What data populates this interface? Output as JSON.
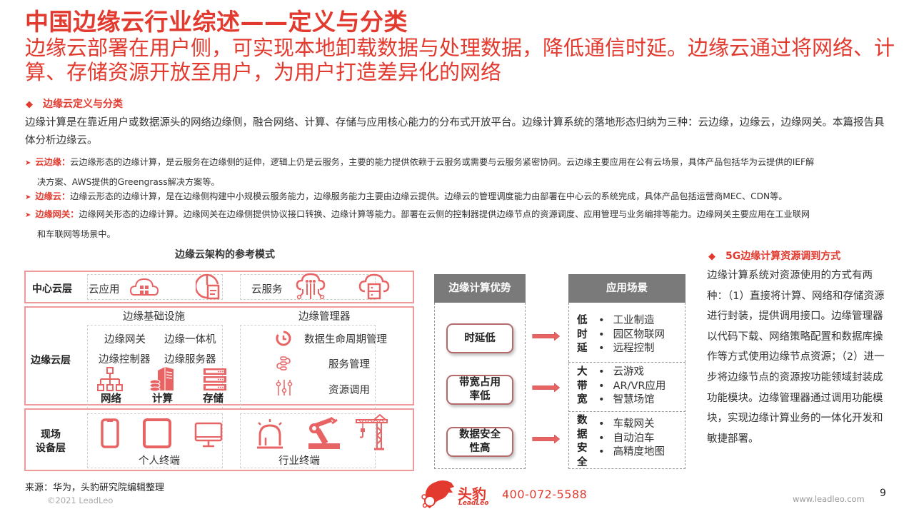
{
  "header": {
    "title": "中国边缘云行业综述——定义与分类",
    "subtitle": "边缘云部署在用户侧，可实现本地卸载数据与处理数据，降低通信时延。边缘云通过将网络、计算、存储资源开放至用户，为用户打造差异化的网络"
  },
  "definition": {
    "heading": "边缘云定义与分类",
    "intro": "边缘计算是在靠近用户或数据源头的网络边缘侧，融合网络、计算、存储与应用核心能力的分布式开放平台。边缘计算系统的落地形态归纳为三种：云边缘，边缘云，边缘网关。本篇报告具体分析边缘云。",
    "bullets": [
      {
        "keyword": "云边缘：",
        "line1": "云边缘形态的边缘计算，是云服务在边缘侧的延伸，逻辑上仍是云服务，主要的能力提供依赖于云服务或需要与云服务紧密协同。云边缘主要应用在公有云场景，具体产品包括华为云提供的IEF解",
        "line2": "决方案、AWS提供的Greengrass解决方案等。"
      },
      {
        "keyword": "边缘云：",
        "line1": "边缘云形态的边缘计算，是在边缘侧构建中小规模云服务能力，边缘服务能力主要由边缘云提供。边缘云的管理调度能力由部署在中心云的系统完成，具体产品包括运营商MEC、CDN等。",
        "line2": ""
      },
      {
        "keyword": "边缘网关：",
        "line1": "边缘网关形态的边缘计算。边缘网关在边缘侧提供协议接口转换、边缘计算等能力。部署在云侧的控制器提供边缘节点的资源调度、应用管理与业务编排等能力。边缘网关主要应用在工业联网",
        "line2": "和车联网等场景中。"
      }
    ]
  },
  "architecture": {
    "title": "边缘云架构的参考模式",
    "center_layer": {
      "label": "中心云层",
      "app_label": "云应用",
      "service_label": "云服务",
      "icons": [
        "cloud-app-icon",
        "document-pie-icon",
        "cloud-circuit-icon",
        "cloud-server-icon"
      ]
    },
    "edge_layer": {
      "label": "边缘云层",
      "infra_title": "边缘基础设施",
      "infra_items": [
        "边缘网关",
        "边缘一体机",
        "边缘控制器",
        "边缘服务器"
      ],
      "infra_icons": [
        {
          "icon": "network-icon",
          "label": "网络"
        },
        {
          "icon": "compute-icon",
          "label": "计算"
        },
        {
          "icon": "storage-icon",
          "label": "存储"
        }
      ],
      "manager_title": "边缘管理器",
      "manager_items": [
        {
          "icon": "clock-icon",
          "label": "数据生命周期管理"
        },
        {
          "icon": "service-flow-icon",
          "label": "服务管理"
        },
        {
          "icon": "sliders-icon",
          "label": "资源调用"
        }
      ]
    },
    "device_layer": {
      "label_line1": "现场",
      "label_line2": "设备层",
      "personal_label": "个人终端",
      "industry_label": "行业终端",
      "personal_icons": [
        "phone-icon",
        "tablet-icon",
        "monitor-icon"
      ],
      "industry_icons": [
        "alarm-light-icon",
        "robot-arm-icon",
        "crane-icon"
      ]
    }
  },
  "advantages": {
    "left_header": "边缘计算优势",
    "right_header": "应用场景",
    "rows": [
      {
        "advantage": "时延低",
        "key": [
          "低",
          "时",
          "延"
        ],
        "scenarios": [
          "工业制造",
          "园区物联网",
          "远程控制"
        ]
      },
      {
        "advantage_l1": "带宽占用",
        "advantage_l2": "率低",
        "key": [
          "大",
          "带",
          "宽"
        ],
        "scenarios": [
          "云游戏",
          "AR/VR应用",
          "智慧场馆"
        ]
      },
      {
        "advantage_l1": "数据安全",
        "advantage_l2": "性高",
        "key": [
          "数",
          "据",
          "安",
          "全"
        ],
        "scenarios": [
          "车载网关",
          "自动泊车",
          "高精度地图"
        ]
      }
    ]
  },
  "resource": {
    "heading": "5G边缘计算资源调到方式",
    "body": "边缘计算系统对资源使用的方式有两种：（1）直接将计算、网络和存储资源进行封装，提供调用接口。边缘管理器以代码下载、网络策略配置和数据库操作等方式使用边缘节点资源；（2）进一步将边缘节点的资源按功能领域封装成功能模块。边缘管理器通过调用功能模块，实现边缘计算业务的一体化开发和敏捷部署。"
  },
  "footer": {
    "source": "来源：华为，头豹研究院编辑整理",
    "copyright": "©2021 LeadLeo",
    "brand_cn": "头豹",
    "brand_en": "LeadLeo",
    "phone": "400-072-5588",
    "website": "www.leadleo.com",
    "page": "9"
  },
  "colors": {
    "accent": "#e23a2e",
    "icon": "#e86464",
    "layer_border": "#ee9a9a",
    "header_gray": "#7a7a7a"
  }
}
